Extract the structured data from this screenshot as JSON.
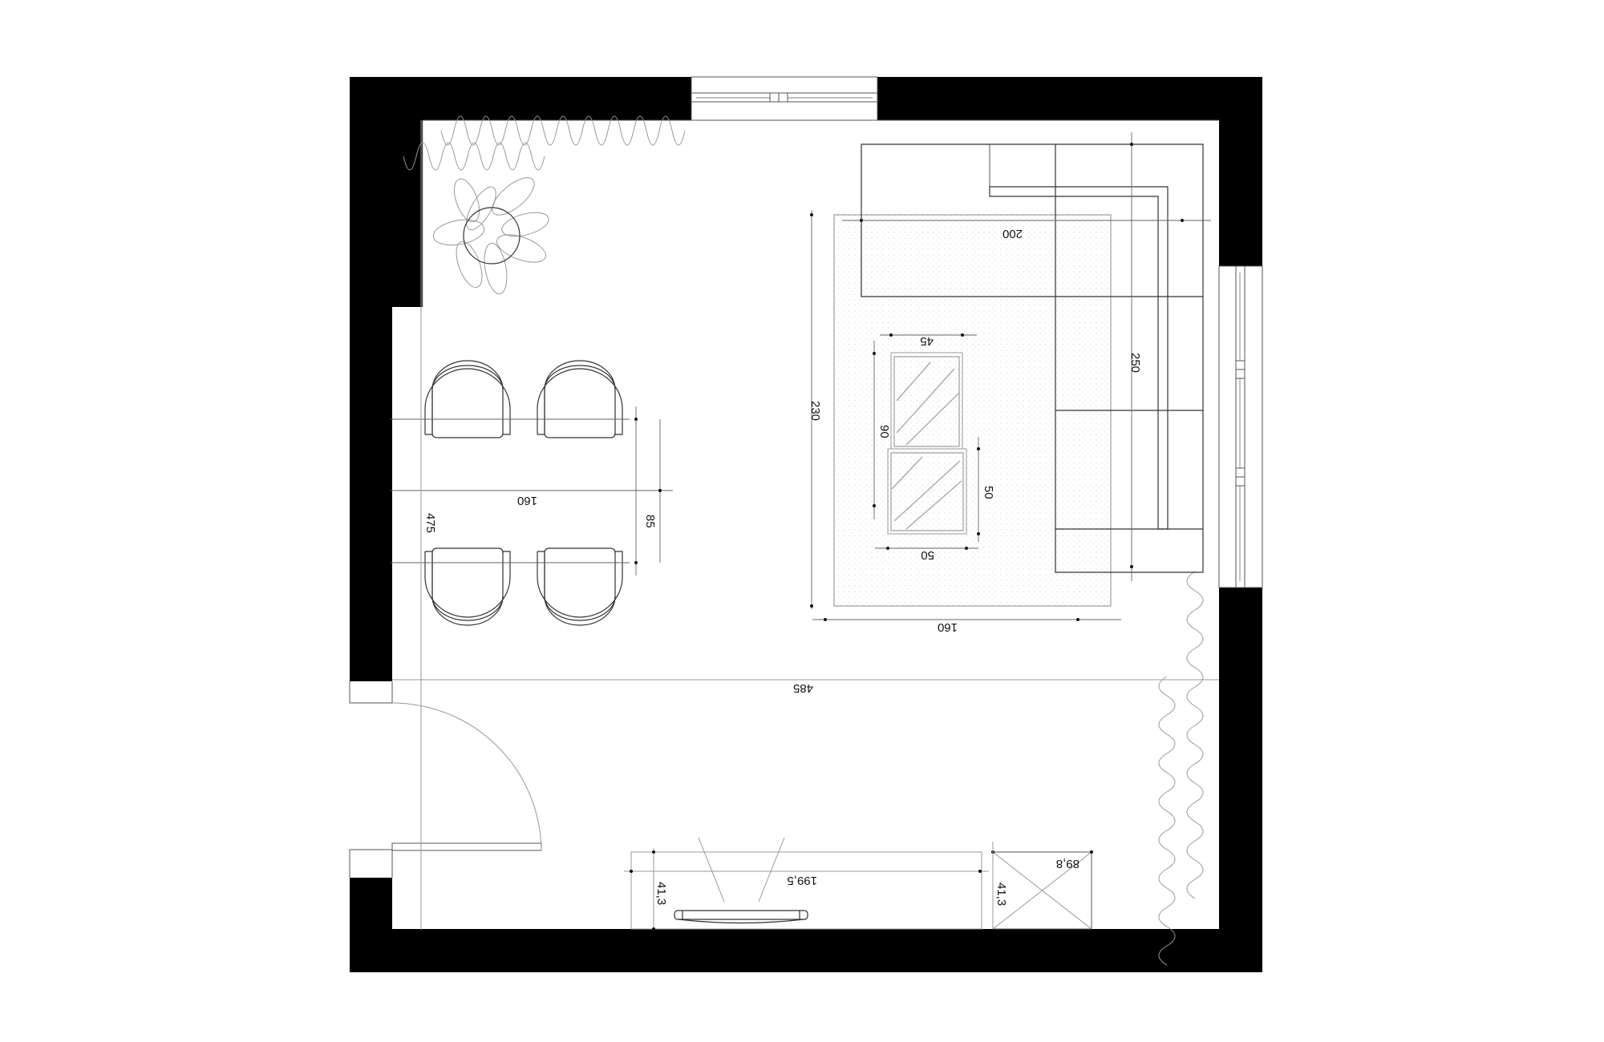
{
  "drawing": {
    "type": "floor-plan",
    "units": "cm",
    "colors": {
      "wall": "#000000",
      "line": "#333333",
      "dimension": "#666666",
      "background": "#ffffff"
    }
  },
  "dimensions": {
    "sofa_width": "200",
    "sofa_length": "250",
    "rug_depth": "230",
    "rug_width": "160",
    "coffee_table_top_width": "45",
    "coffee_table_length": "90",
    "coffee_table_bottom_width": "50",
    "coffee_table_bottom_depth": "50",
    "dining_table_length": "160",
    "dining_table_width": "85",
    "room_depth": "475",
    "room_width": "485",
    "tv_unit_width": "199,5",
    "tv_unit_depth": "41,3",
    "cabinet_width": "89,8",
    "cabinet_depth": "41,3"
  },
  "elements": {
    "walls": "walls",
    "window_top": "window-top",
    "window_right": "window-right",
    "door": "entry-door",
    "sofa": "l-shaped-sofa",
    "rug": "rug",
    "coffee_tables": 2,
    "dining_chairs": 4,
    "plant": "potted-plant",
    "curtains": 3,
    "tv": "tv",
    "cabinet": "storage-cabinet"
  }
}
